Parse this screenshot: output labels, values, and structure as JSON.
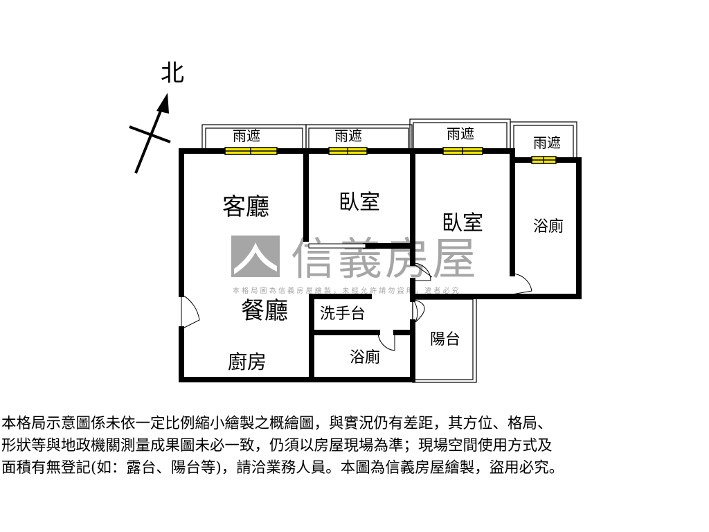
{
  "compass": {
    "north_label": "北"
  },
  "rooms": {
    "rain_cover_1": "雨遮",
    "rain_cover_2": "雨遮",
    "rain_cover_3": "雨遮",
    "rain_cover_4": "雨遮",
    "living_room": "客廳",
    "bedroom_1": "臥室",
    "bedroom_2": "臥室",
    "bathroom_1": "浴廁",
    "dining_room": "餐廳",
    "kitchen": "廚房",
    "wash_basin": "洗手台",
    "bathroom_2": "浴廁",
    "balcony": "陽台"
  },
  "watermark": {
    "brand": "信義房屋",
    "notice": "本格局圖為信義房屋繪製，未經允許請勿盜用，違者必究"
  },
  "colors": {
    "wall": "#000000",
    "window": "#f2e600",
    "watermark": "#a6a6a6"
  },
  "disclaimer": [
    "本格局示意圖係未依一定比例縮小繪製之概繪圖，與實況仍有差距，其方位、格局、",
    "形狀等與地政機關測量成果圖未必一致，仍須以房屋現場為準；現場空間使用方式及",
    "面積有無登記(如：露台、陽台等)，請洽業務人員。本圖為信義房屋繪製，盜用必究。"
  ]
}
